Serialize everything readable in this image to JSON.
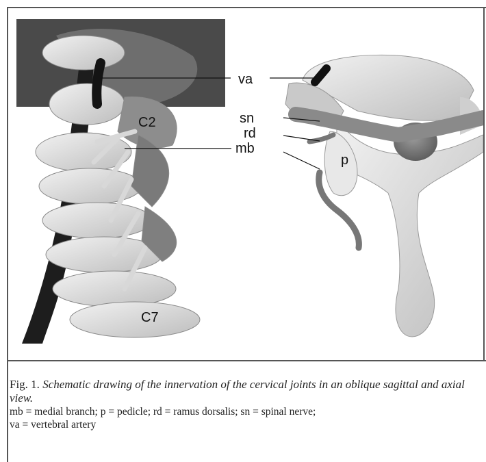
{
  "figure": {
    "labels": {
      "va": "va",
      "sn": "sn",
      "rd": "rd",
      "mb": "mb",
      "p": "p",
      "c2": "C2",
      "c7": "C7"
    }
  },
  "caption": {
    "fig_number": "Fig. 1.",
    "title": "Schematic drawing of the innervation of the cervical joints in an oblique sagittal and axial view.",
    "legend_line1": "mb = medial branch; p = pedicle; rd = ramus dorsalis; sn = spinal nerve;",
    "legend_line2": "va = vertebral artery"
  }
}
